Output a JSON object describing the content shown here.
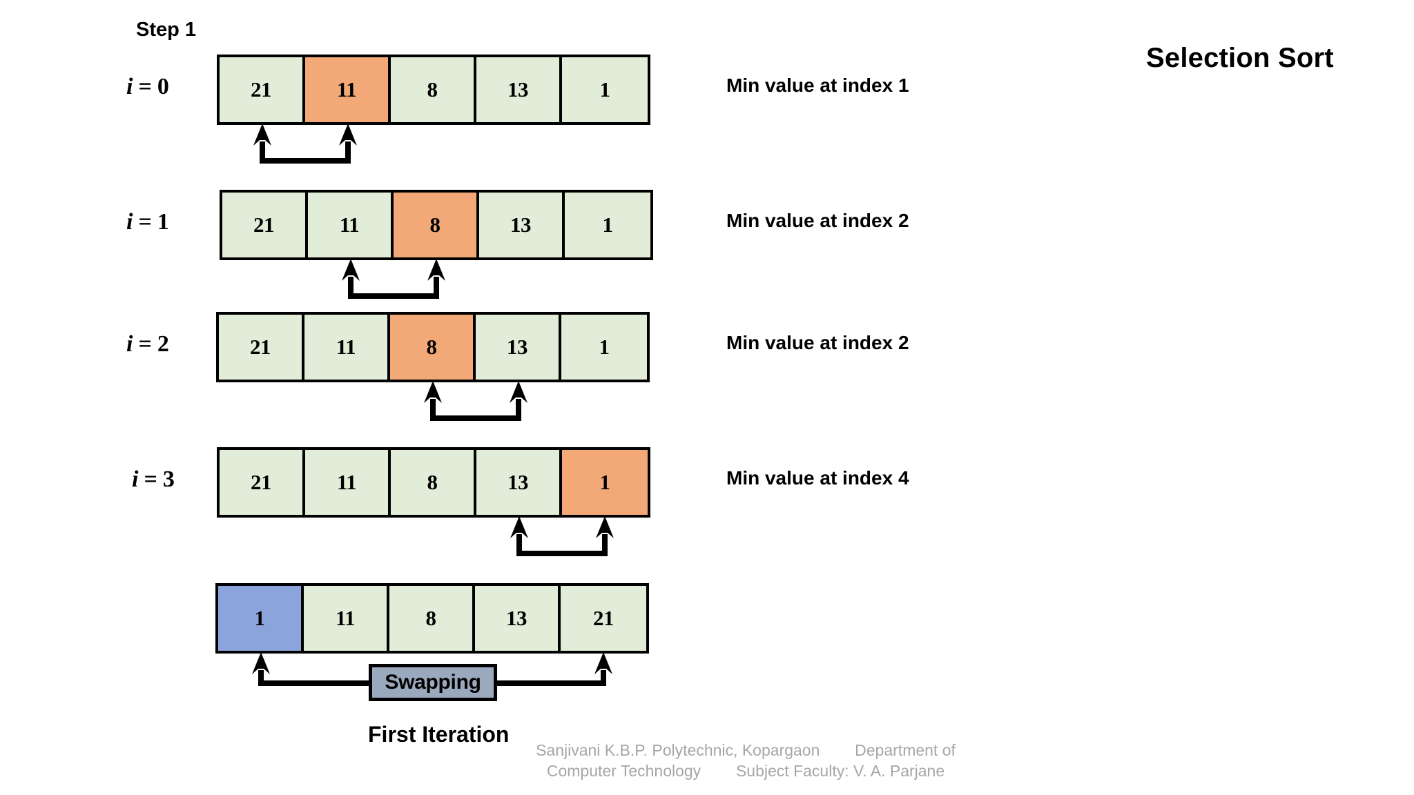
{
  "slide": {
    "title": "Selection Sort",
    "step_label": "Step 1",
    "iteration_caption": "First Iteration",
    "swapping_label": "Swapping"
  },
  "colors": {
    "cell_default": "#E1EDD9",
    "cell_highlight": "#F2A977",
    "cell_sorted": "#8BA5DC",
    "badge": "#9BA9BF",
    "stroke": "#000000",
    "footer_text": "#a6a6a6"
  },
  "rows": [
    {
      "label_var": "i",
      "label_eq": "=",
      "label_num": "0",
      "values": [
        "21",
        "11",
        "8",
        "13",
        "1"
      ],
      "highlight_index": 1,
      "note": "Min value at index 1",
      "compare_from": 0,
      "compare_to": 1
    },
    {
      "label_var": "i",
      "label_eq": "=",
      "label_num": "1",
      "values": [
        "21",
        "11",
        "8",
        "13",
        "1"
      ],
      "highlight_index": 2,
      "note": "Min value at index 2",
      "compare_from": 1,
      "compare_to": 2
    },
    {
      "label_var": "i",
      "label_eq": "=",
      "label_num": "2",
      "values": [
        "21",
        "11",
        "8",
        "13",
        "1"
      ],
      "highlight_index": 2,
      "note": "Min value at index 2",
      "compare_from": 2,
      "compare_to": 3
    },
    {
      "label_var": "i",
      "label_eq": "=",
      "label_num": "3",
      "values": [
        "21",
        "11",
        "8",
        "13",
        "1"
      ],
      "highlight_index": 4,
      "note": "Min value at index 4",
      "compare_from": 3,
      "compare_to": 4
    }
  ],
  "result_row": {
    "values": [
      "1",
      "11",
      "8",
      "13",
      "21"
    ],
    "sorted_index": 0,
    "swap_from": 0,
    "swap_to": 4
  },
  "footer": {
    "line1_left": "Sanjivani K.B.P. Polytechnic, Kopargaon",
    "line1_right": "Department of",
    "line2_left": "Computer Technology",
    "line2_right": "Subject Faculty: V. A. Parjane"
  }
}
